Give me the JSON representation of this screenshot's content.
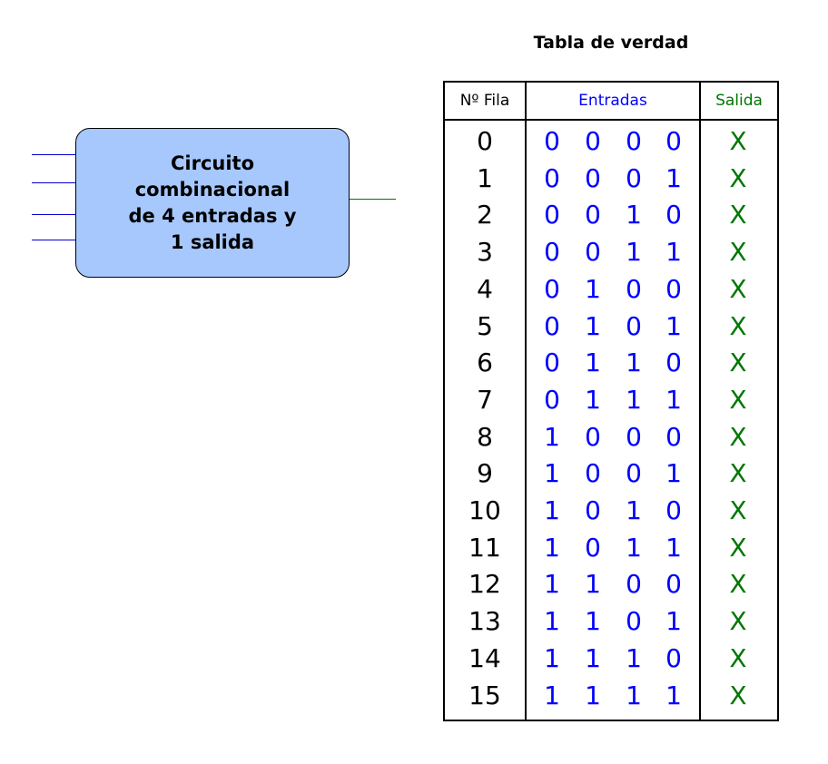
{
  "colors": {
    "inputs": "#0000ff",
    "output": "#007700",
    "box_fill": "#a7c8fc",
    "text": "#000000"
  },
  "circuit": {
    "lines": [
      "Circuito",
      "combinacional",
      "de 4 entradas y",
      "1 salida"
    ],
    "input_count": 4,
    "output_count": 1
  },
  "table": {
    "title": "Tabla de verdad",
    "headers": {
      "row": "Nº Fila",
      "inputs": "Entradas",
      "output": "Salida"
    },
    "rows": [
      {
        "index": "0",
        "bits": [
          "0",
          "0",
          "0",
          "0"
        ],
        "out": "X"
      },
      {
        "index": "1",
        "bits": [
          "0",
          "0",
          "0",
          "1"
        ],
        "out": "X"
      },
      {
        "index": "2",
        "bits": [
          "0",
          "0",
          "1",
          "0"
        ],
        "out": "X"
      },
      {
        "index": "3",
        "bits": [
          "0",
          "0",
          "1",
          "1"
        ],
        "out": "X"
      },
      {
        "index": "4",
        "bits": [
          "0",
          "1",
          "0",
          "0"
        ],
        "out": "X"
      },
      {
        "index": "5",
        "bits": [
          "0",
          "1",
          "0",
          "1"
        ],
        "out": "X"
      },
      {
        "index": "6",
        "bits": [
          "0",
          "1",
          "1",
          "0"
        ],
        "out": "X"
      },
      {
        "index": "7",
        "bits": [
          "0",
          "1",
          "1",
          "1"
        ],
        "out": "X"
      },
      {
        "index": "8",
        "bits": [
          "1",
          "0",
          "0",
          "0"
        ],
        "out": "X"
      },
      {
        "index": "9",
        "bits": [
          "1",
          "0",
          "0",
          "1"
        ],
        "out": "X"
      },
      {
        "index": "10",
        "bits": [
          "1",
          "0",
          "1",
          "0"
        ],
        "out": "X"
      },
      {
        "index": "11",
        "bits": [
          "1",
          "0",
          "1",
          "1"
        ],
        "out": "X"
      },
      {
        "index": "12",
        "bits": [
          "1",
          "1",
          "0",
          "0"
        ],
        "out": "X"
      },
      {
        "index": "13",
        "bits": [
          "1",
          "1",
          "0",
          "1"
        ],
        "out": "X"
      },
      {
        "index": "14",
        "bits": [
          "1",
          "1",
          "1",
          "0"
        ],
        "out": "X"
      },
      {
        "index": "15",
        "bits": [
          "1",
          "1",
          "1",
          "1"
        ],
        "out": "X"
      }
    ]
  }
}
